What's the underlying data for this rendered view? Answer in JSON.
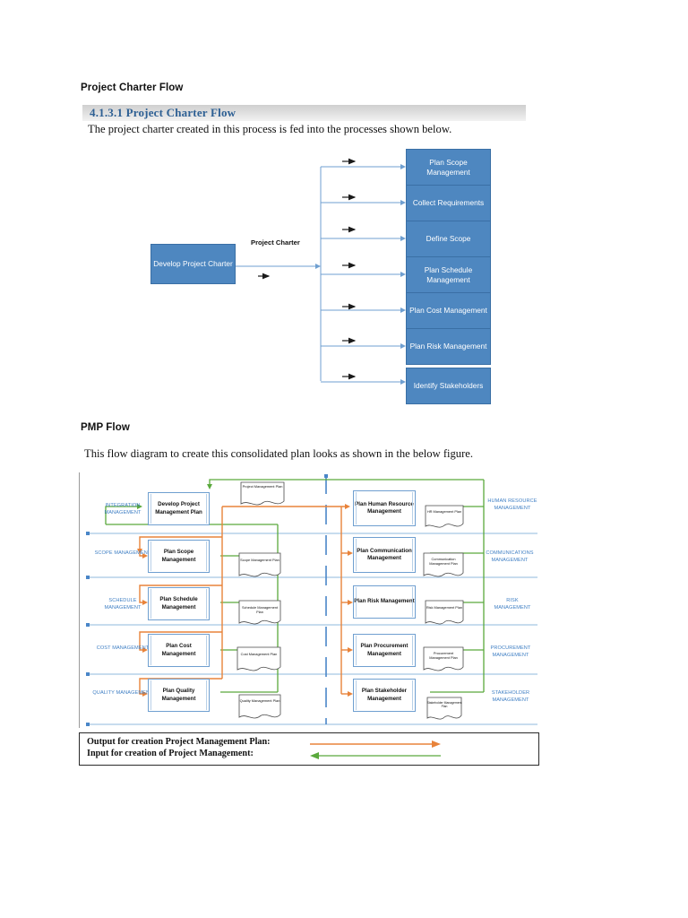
{
  "document": {
    "section1_title": "Project Charter Flow",
    "section2_title": "PMP Flow",
    "banner_heading": "4.1.3.1 Project Charter Flow",
    "intro_text": "The project charter created in this process is fed into the processes shown below.",
    "pmp_intro_text": "This flow diagram to create this consolidated plan looks as shown in the below figure."
  },
  "colors": {
    "process_box_fill": "#4e87c0",
    "process_box_border": "#3a6fa5",
    "heading_blue": "#2e6094",
    "category_label_blue": "#3f7fc4",
    "output_arrow": "#e8833a",
    "input_arrow": "#5aa93c",
    "connector_blue": "#6f9fd0"
  },
  "charter_flow": {
    "source": {
      "label": "Develop Project Charter"
    },
    "connector_label": "Project Charter",
    "targets": [
      {
        "label": "Plan Scope Management"
      },
      {
        "label": "Collect Requirements"
      },
      {
        "label": "Define Scope"
      },
      {
        "label": "Plan Schedule Management"
      },
      {
        "label": "Plan Cost Management"
      },
      {
        "label": "Plan Risk Management"
      },
      {
        "label": "Identify Stakeholders"
      }
    ]
  },
  "pmp_flow": {
    "left_categories": [
      "INTEGRATION MANAGEMENT",
      "SCOPE MANAGEMENT",
      "SCHEDULE MANAGEMENT",
      "COST MANAGEMENT",
      "QUALITY MANAGEMENT"
    ],
    "right_categories": [
      "HUMAN RESOURCE MANAGEMENT",
      "COMMUNICATIONS MANAGEMENT",
      "RISK MANAGEMENT",
      "PROCUREMENT MANAGEMENT",
      "STAKEHOLDER MANAGEMENT"
    ],
    "left_processes": [
      "Develop Project Management Plan",
      "Plan Scope Management",
      "Plan Schedule Management",
      "Plan Cost Management",
      "Plan Quality Management"
    ],
    "right_processes": [
      "Plan Human Resource Management",
      "Plan Communication Management",
      "Plan Risk Management",
      "Plan Procurement Management",
      "Plan Stakeholder Management"
    ],
    "left_documents": [
      "Project Management Plan",
      "Scope Management Plan",
      "Schedule Management Plan",
      "Cost Management Plan",
      "Quality Management Plan"
    ],
    "right_documents": [
      "HR Management Plan",
      "Communication Management Plan",
      "Risk Management Plan",
      "Procurement Management Plan",
      "Stakeholder Management Plan"
    ],
    "legend": [
      {
        "label": "Output for creation Project Management Plan:",
        "arrow": "right",
        "color": "#e8833a"
      },
      {
        "label": "Input for creation of Project Management:",
        "arrow": "left",
        "color": "#5aa93c"
      }
    ]
  }
}
